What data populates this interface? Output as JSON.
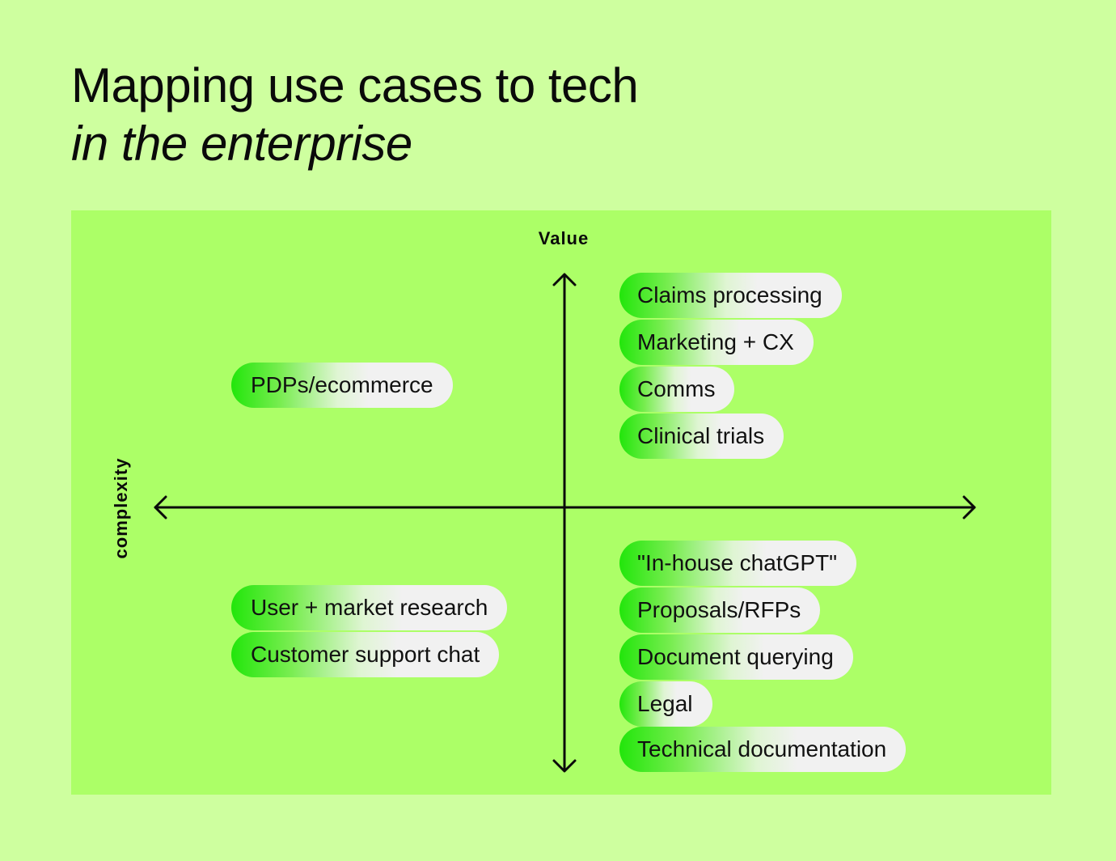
{
  "title": {
    "line1": "Mapping use cases to tech",
    "line2": "in the enterprise"
  },
  "axes": {
    "y_label": "Value",
    "x_label": "complexity"
  },
  "quadrants": {
    "top_left": [
      "PDPs/ecommerce"
    ],
    "top_right": [
      "Claims processing",
      "Marketing + CX",
      "Comms",
      "Clinical trials"
    ],
    "bottom_left": [
      "User + market research",
      "Customer support chat"
    ],
    "bottom_right": [
      "\"In-house chatGPT\"",
      "Proposals/RFPs",
      "Document querying",
      "Legal",
      "Technical documentation"
    ]
  },
  "colors": {
    "background": "#ceff9f",
    "panel": "#acff67",
    "pill_accent": "#22e60b",
    "pill_fill": "#f1f1f1"
  }
}
